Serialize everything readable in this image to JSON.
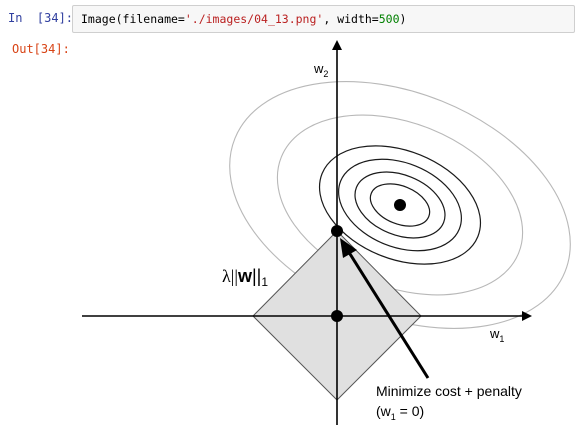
{
  "input_cell": {
    "prompt": "In  [34]:",
    "code_prefix": "Image(filename=",
    "code_string": "'./images/04_13.png'",
    "code_middle": ", width=",
    "code_number": "500",
    "code_suffix": ")"
  },
  "output_cell": {
    "prompt": "Out[34]:"
  },
  "figure": {
    "axis_y_label": "w",
    "axis_y_sub": "2",
    "axis_x_label": "w",
    "axis_x_sub": "1",
    "penalty_prefix": "λ||",
    "penalty_bold": "w",
    "penalty_bars": "||",
    "penalty_sub": "1",
    "annotation_line1": "Minimize cost + penalty",
    "annotation_line2_open": "(w",
    "annotation_line2_sub": "1",
    "annotation_line2_close": " = 0)",
    "colors": {
      "diamond_fill": "#e0e0e0",
      "diamond_stroke": "#555555",
      "contour_gray": "#b8b8b8",
      "contour_dark": "#1a1a1a"
    }
  }
}
